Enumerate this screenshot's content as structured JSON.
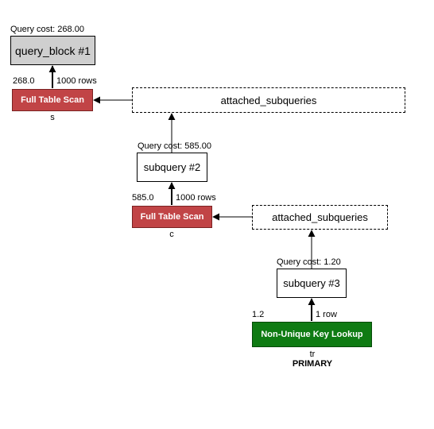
{
  "query_block_1": {
    "cost_label": "Query cost: 268.00",
    "label": "query_block #1"
  },
  "table_s": {
    "access": "Full Table Scan",
    "cost": "268.0",
    "rows": "1000 rows",
    "name": "s"
  },
  "attached_1": {
    "label": "attached_subqueries"
  },
  "subquery_2": {
    "cost_label": "Query cost: 585.00",
    "label": "subquery #2"
  },
  "table_c": {
    "access": "Full Table Scan",
    "cost": "585.0",
    "rows": "1000 rows",
    "name": "c"
  },
  "attached_2": {
    "label": "attached_subqueries"
  },
  "subquery_3": {
    "cost_label": "Query cost: 1.20",
    "label": "subquery #3"
  },
  "table_tr": {
    "access": "Non-Unique Key Lookup",
    "cost": "1.2",
    "rows": "1 row",
    "name": "tr",
    "key": "PRIMARY"
  },
  "colors": {
    "full_scan": "#c14446",
    "key_lookup": "#0f7b13",
    "query_block": "#cfcfcf"
  }
}
